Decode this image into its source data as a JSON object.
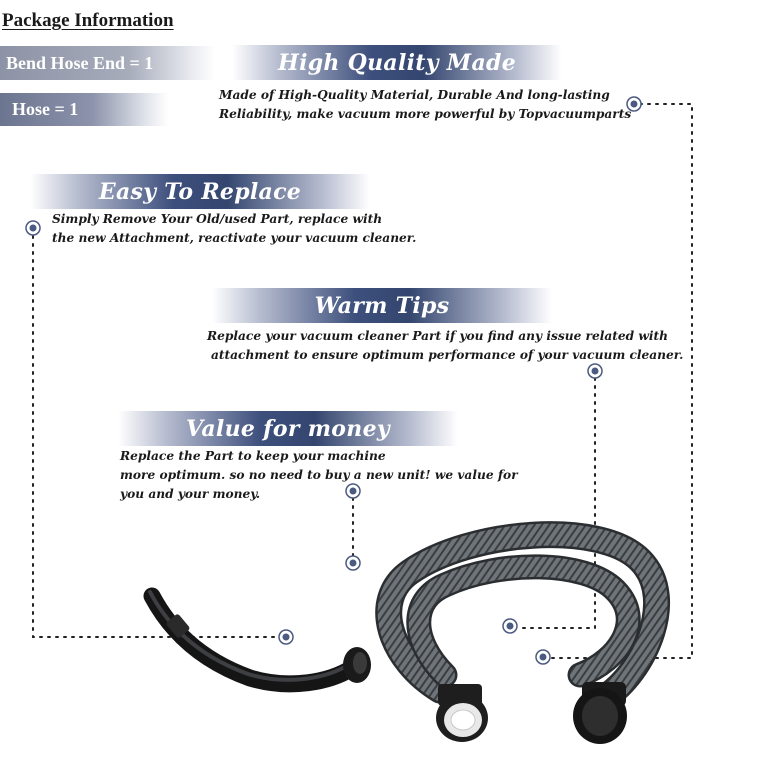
{
  "package": {
    "title": "Package Information",
    "items": [
      "Bend Hose End = 1",
      "Hose = 1"
    ]
  },
  "features": [
    {
      "title": "High Quality Made",
      "lines": [
        "Made of  High-Quality Material, Durable And long-lasting",
        "Reliability, make vacuum more powerful by Topvacuumparts"
      ]
    },
    {
      "title": "Easy To Replace",
      "lines": [
        "Simply Remove Your Old/used Part, replace with",
        "the new Attachment, reactivate your vacuum cleaner."
      ]
    },
    {
      "title": "Warm Tips",
      "lines": [
        "Replace your vacuum cleaner Part if you find any issue related with",
        "attachment to ensure optimum performance of your vacuum cleaner."
      ]
    },
    {
      "title": "Value for money",
      "lines": [
        "Replace the Part to keep your machine",
        "more optimum. so no need to buy a new unit! we value for",
        "you and your money."
      ]
    }
  ],
  "colors": {
    "banner_dark": "#34466f",
    "tag_bend": "#8d93a6",
    "tag_hose": "#6c7590",
    "marker": "#4a5a80",
    "hose_body": "#6e7478",
    "connector": "#1c1c1c"
  },
  "icons": [
    "marker-dot-icon",
    "bend-hose-end-image",
    "hose-image"
  ]
}
